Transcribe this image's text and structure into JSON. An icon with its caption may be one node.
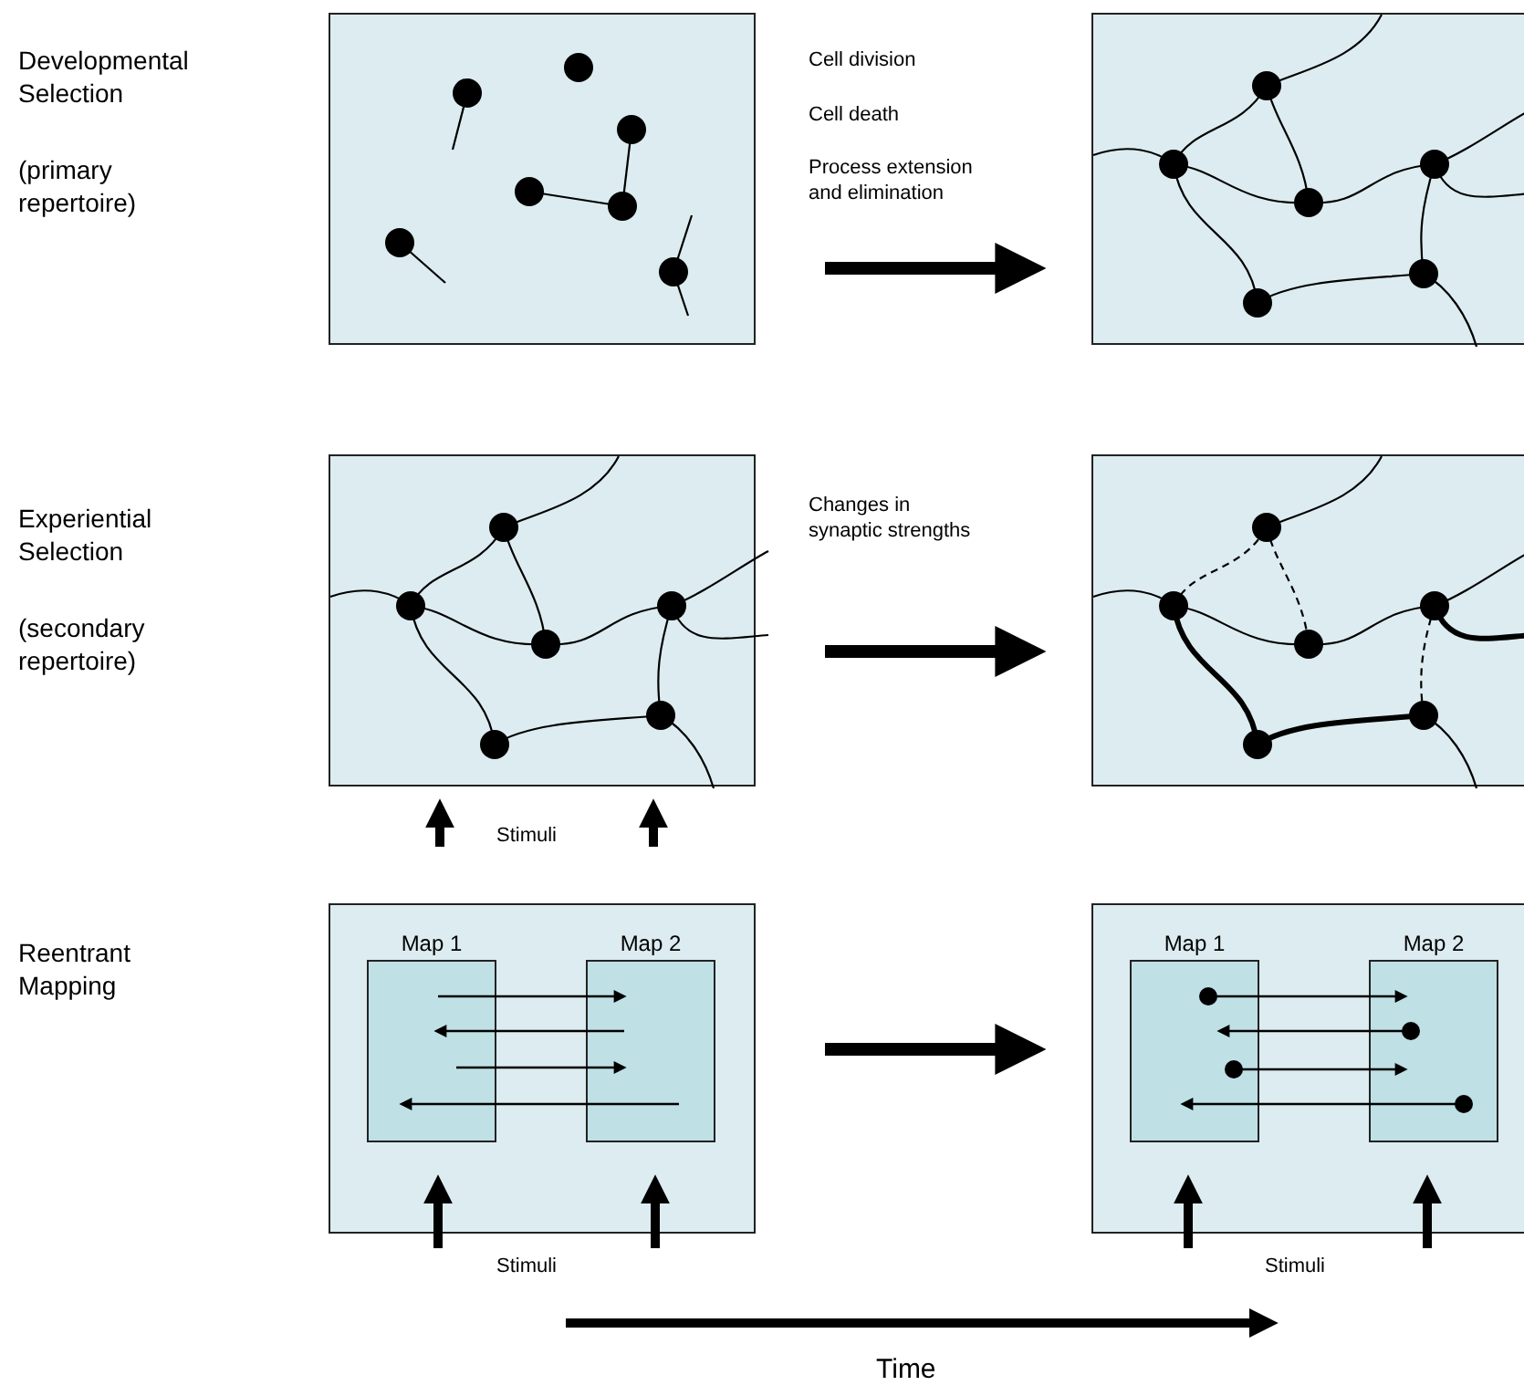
{
  "diagram": {
    "nodes": [
      {
        "text": [],
        "shape": "box"
      },
      {
        "text": [],
        "shape": "box"
      },
      {
        "text": [],
        "shape": "box"
      },
      {
        "text": [],
        "shape": "box"
      },
      {
        "text": [],
        "shape": "box"
      },
      {
        "text": [
          "Map 1"
        ],
        "in": 4
      },
      {
        "text": [
          "Map 2"
        ],
        "in": 4
      },
      {
        "text": [],
        "shape": "box"
      },
      {
        "text": [
          "Map 1"
        ],
        "in": 7
      },
      {
        "text": [
          "Map 2"
        ],
        "in": 7
      }
    ],
    "edges": [
      {
        "from": 0,
        "to": 1,
        "arrow": "to"
      },
      {
        "from": 2,
        "to": 3,
        "arrow": "to"
      },
      {
        "from": 4,
        "to": 7,
        "arrow": "to"
      },
      {
        "from": 5,
        "to": 6,
        "arrow": "to"
      },
      {
        "from": 6,
        "to": 5,
        "arrow": "to"
      },
      {
        "from": 5,
        "to": 6,
        "arrow": "to"
      },
      {
        "from": 6,
        "to": 5,
        "arrow": "to"
      },
      {
        "from": 8,
        "to": 9,
        "arrow": "to"
      },
      {
        "from": 9,
        "to": 8,
        "arrow": "to"
      },
      {
        "from": 8,
        "to": 9,
        "arrow": "to"
      },
      {
        "from": 9,
        "to": 8,
        "arrow": "to"
      },
      {
        "from": null,
        "to": 2,
        "arrow": "to"
      },
      {
        "from": null,
        "to": 2,
        "arrow": "to"
      },
      {
        "from": null,
        "to": 5,
        "arrow": "to"
      },
      {
        "from": null,
        "to": 6,
        "arrow": "to"
      },
      {
        "from": null,
        "to": 8,
        "arrow": "to"
      },
      {
        "from": null,
        "to": 9,
        "arrow": "to"
      }
    ],
    "labels": [
      "Developmental Selection",
      "(primary repertoire)",
      "Cell division",
      "Cell death",
      "Process extension and elimination",
      "Experiential Selection",
      "(secondary repertoire)",
      "Changes in synaptic strengths",
      "Stimuli",
      "Reentrant Mapping",
      "Stimuli",
      "Stimuli",
      "Time"
    ]
  }
}
